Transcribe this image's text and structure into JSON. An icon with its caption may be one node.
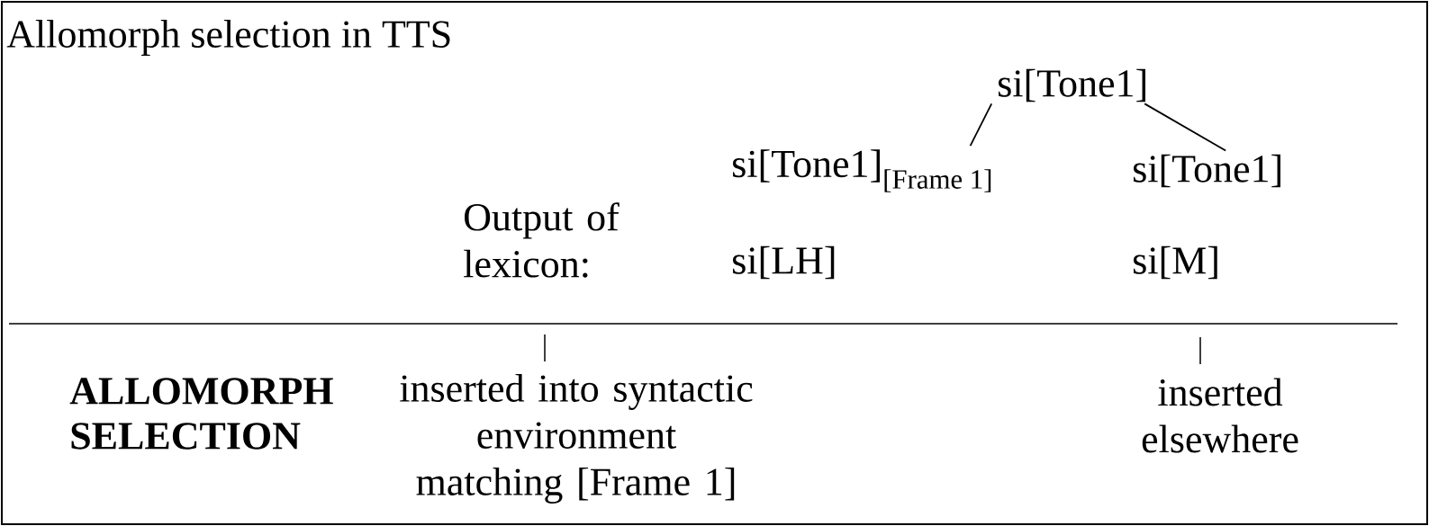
{
  "diagram": {
    "title": "Allomorph selection in TTS",
    "nodes": [
      {
        "text": [
          "si[Tone1]"
        ]
      },
      {
        "text": [
          "si[Tone1]$_{[Frame 1]}$"
        ]
      },
      {
        "text": [
          "si[Tone1]"
        ]
      }
    ],
    "edges": [
      {
        "from": 0,
        "to": 1,
        "arrow": "none"
      },
      {
        "from": 0,
        "to": 2,
        "arrow": "none"
      }
    ],
    "labels": [
      "Output of lexicon:",
      "si[LH]",
      "si[M]",
      "ALLOMORPH SELECTION",
      "inserted into syntactic environment matching [Frame 1]",
      "inserted elsewhere"
    ]
  }
}
